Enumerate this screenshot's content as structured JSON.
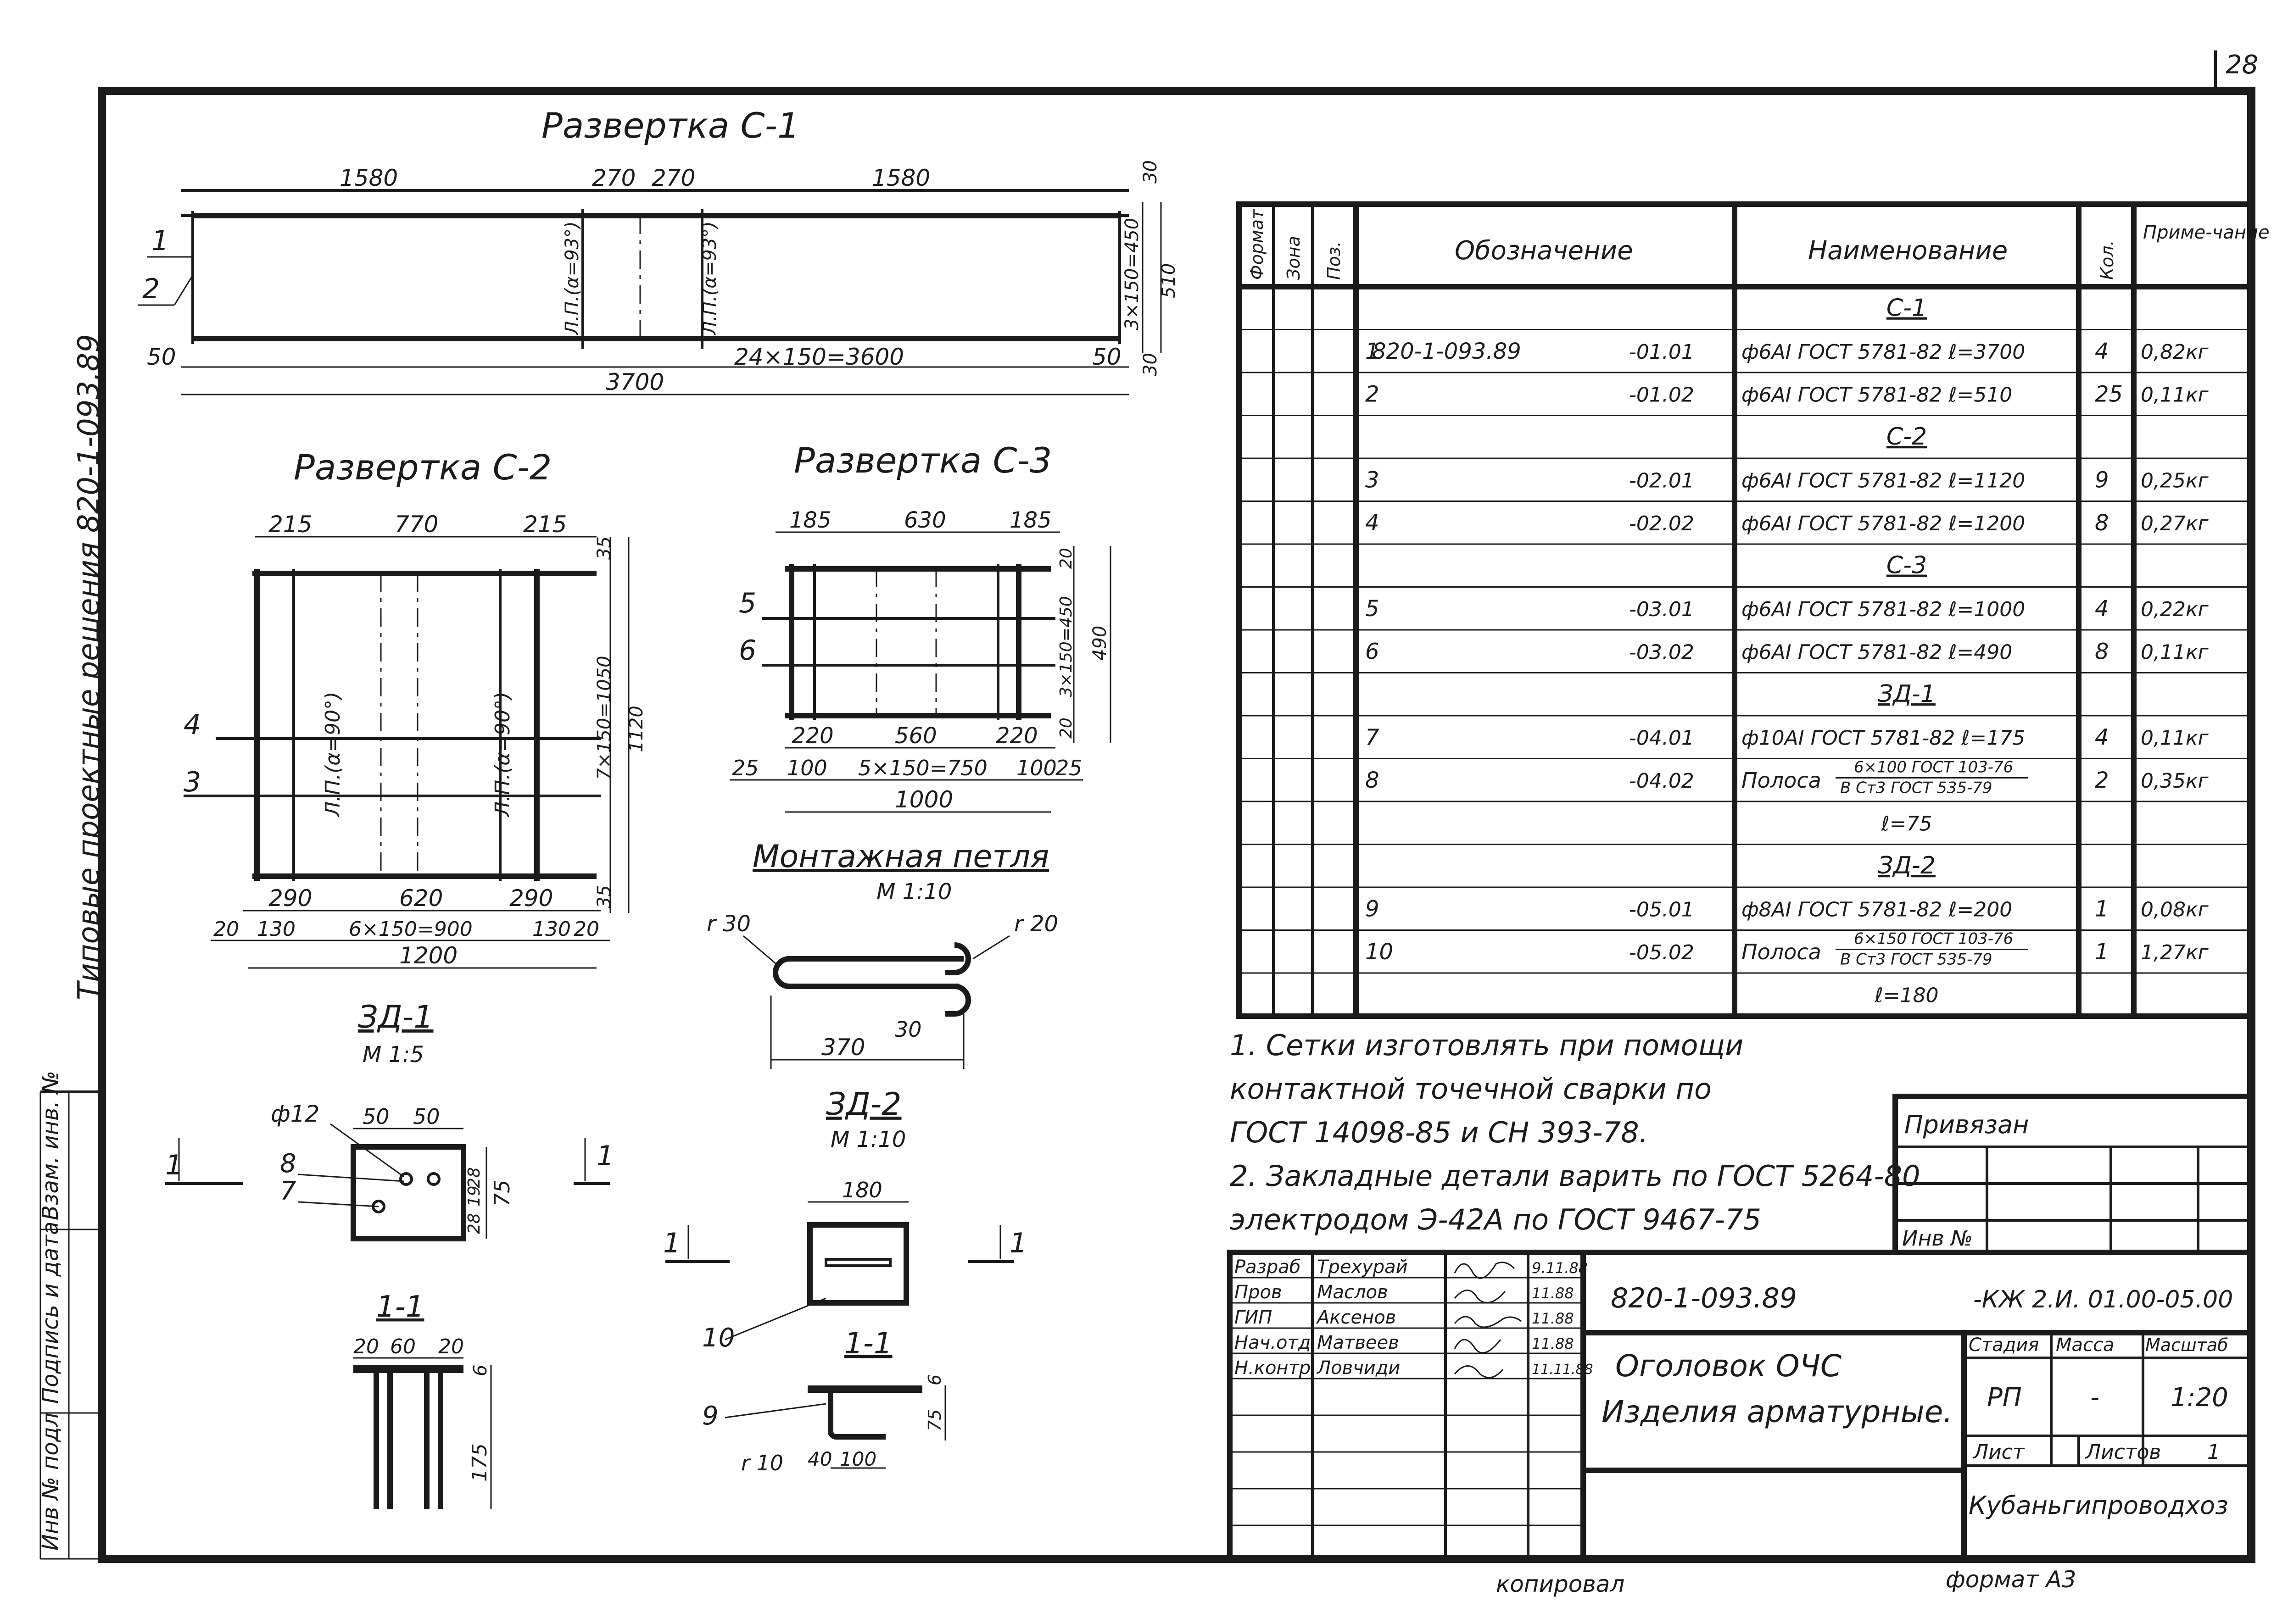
{
  "sheet_number": "28",
  "side_label": "Типовые проектные решения 820-1-093.89",
  "side_stamp": [
    "Инв № подл",
    "Подпись и дата",
    "Взам. инв. №"
  ],
  "dev_c1": {
    "title": "Развертка С-1",
    "dims_top": [
      "1580",
      "270",
      "270",
      "1580"
    ],
    "mark_text": "Л.П.(α=93°)",
    "dims_bottom": [
      "50",
      "24×150=3600",
      "50"
    ],
    "overall": "3700",
    "right_dims": [
      "30",
      "3×150=450",
      "30",
      "510"
    ],
    "pos_tags": [
      "1",
      "2"
    ]
  },
  "dev_c2": {
    "title": "Развертка С-2",
    "dims_top": [
      "215",
      "770",
      "215"
    ],
    "mark_text": "Л.П.(α=90°)",
    "dims_bottom": [
      "290",
      "620",
      "290"
    ],
    "dims_bottom2": [
      "20",
      "130",
      "6×150=900",
      "130",
      "20"
    ],
    "overall": "1200",
    "right_dims": [
      "35",
      "7×150=1050",
      "35",
      "1120"
    ],
    "pos_tags": [
      "4",
      "3"
    ]
  },
  "dev_c3": {
    "title": "Развертка С-3",
    "dims_top": [
      "185",
      "630",
      "185"
    ],
    "dims_bottom": [
      "220",
      "560",
      "220"
    ],
    "dims_bottom2": [
      "25",
      "100",
      "5×150=750",
      "100",
      "25"
    ],
    "overall": "1000",
    "right_dims": [
      "20",
      "3×150=450",
      "20",
      "490"
    ],
    "pos_tags": [
      "5",
      "6"
    ]
  },
  "loop": {
    "title": "Монтажная петля",
    "scale": "М 1:10",
    "dims": [
      "r 30",
      "r 20",
      "30",
      "370"
    ]
  },
  "zd1": {
    "title": "ЗД-1",
    "scale": "М 1:5",
    "dims": [
      "ф12",
      "50",
      "50",
      "28",
      "19",
      "28",
      "75"
    ],
    "pos_tags": [
      "8",
      "7"
    ],
    "cut_marks": [
      "1",
      "1"
    ]
  },
  "zd1_section": {
    "title": "1-1",
    "dims": [
      "20",
      "60",
      "20",
      "6",
      "175"
    ]
  },
  "zd2": {
    "title": "ЗД-2",
    "scale": "М 1:10",
    "dims": [
      "180"
    ],
    "pos_tags": [
      "10"
    ],
    "cut_marks": [
      "1",
      "1"
    ]
  },
  "zd2_section": {
    "title": "1-1",
    "dims": [
      "6",
      "75",
      "40",
      "100",
      "r 10"
    ],
    "pos_tags": [
      "9"
    ]
  },
  "spec": {
    "headers": [
      "Формат",
      "Зона",
      "Поз.",
      "Обозначение",
      "Наименование",
      "Кол.",
      "Приме-чание"
    ],
    "rows": [
      {
        "pos": "",
        "des": "",
        "code": "",
        "name": "С-1",
        "heading": true,
        "qty": "",
        "note": ""
      },
      {
        "pos": "1",
        "des": "820-1-093.89",
        "code": "-01.01",
        "name": "ф6АI ГОСТ 5781-82 ℓ=3700",
        "qty": "4",
        "note": "0,82кг"
      },
      {
        "pos": "2",
        "des": "",
        "code": "-01.02",
        "name": "ф6АI ГОСТ 5781-82 ℓ=510",
        "qty": "25",
        "note": "0,11кг"
      },
      {
        "pos": "",
        "des": "",
        "code": "",
        "name": "С-2",
        "heading": true,
        "qty": "",
        "note": ""
      },
      {
        "pos": "3",
        "des": "",
        "code": "-02.01",
        "name": "ф6АI ГОСТ 5781-82 ℓ=1120",
        "qty": "9",
        "note": "0,25кг"
      },
      {
        "pos": "4",
        "des": "",
        "code": "-02.02",
        "name": "ф6АI ГОСТ 5781-82 ℓ=1200",
        "qty": "8",
        "note": "0,27кг"
      },
      {
        "pos": "",
        "des": "",
        "code": "",
        "name": "С-3",
        "heading": true,
        "qty": "",
        "note": ""
      },
      {
        "pos": "5",
        "des": "",
        "code": "-03.01",
        "name": "ф6АI ГОСТ 5781-82 ℓ=1000",
        "qty": "4",
        "note": "0,22кг"
      },
      {
        "pos": "6",
        "des": "",
        "code": "-03.02",
        "name": "ф6АI ГОСТ 5781-82 ℓ=490",
        "qty": "8",
        "note": "0,11кг"
      },
      {
        "pos": "",
        "des": "",
        "code": "",
        "name": "ЗД-1",
        "heading": true,
        "qty": "",
        "note": ""
      },
      {
        "pos": "7",
        "des": "",
        "code": "-04.01",
        "name": "ф10АI ГОСТ 5781-82 ℓ=175",
        "qty": "4",
        "note": "0,11кг"
      },
      {
        "pos": "8",
        "des": "",
        "code": "-04.02",
        "name": "Полоса",
        "frac_top": "6×100 ГОСТ 103-76",
        "frac_bot": "В Ст3 ГОСТ 535-79",
        "qty": "2",
        "note": "0,35кг"
      },
      {
        "pos": "",
        "des": "",
        "code": "",
        "name": "ℓ=75",
        "qty": "",
        "note": ""
      },
      {
        "pos": "",
        "des": "",
        "code": "",
        "name": "ЗД-2",
        "heading": true,
        "qty": "",
        "note": ""
      },
      {
        "pos": "9",
        "des": "",
        "code": "-05.01",
        "name": "ф8АI ГОСТ 5781-82 ℓ=200",
        "qty": "1",
        "note": "0,08кг"
      },
      {
        "pos": "10",
        "des": "",
        "code": "-05.02",
        "name": "Полоса",
        "frac_top": "6×150 ГОСТ 103-76",
        "frac_bot": "В Ст3 ГОСТ 535-79",
        "qty": "1",
        "note": "1,27кг"
      },
      {
        "pos": "",
        "des": "",
        "code": "",
        "name": "ℓ=180",
        "qty": "",
        "note": ""
      }
    ]
  },
  "notes": [
    "1. Сетки изготовлять при помощи",
    "контактной точечной сварки по",
    "ГОСТ 14098-85 и СН 393-78.",
    "2. Закладные детали варить по ГОСТ 5264-80",
    "электродом Э-42А по ГОСТ 9467-75"
  ],
  "privyazan": {
    "label": "Привязан",
    "inv": "Инв №"
  },
  "title_block": {
    "roles": [
      {
        "role": "Разраб",
        "name": "Трехурай",
        "date": "9.11.88"
      },
      {
        "role": "Пров",
        "name": "Маслов",
        "date": "11.88"
      },
      {
        "role": "ГИП",
        "name": "Аксенов",
        "date": "11.88"
      },
      {
        "role": "Нач.отд",
        "name": "Матвеев",
        "date": "11.88"
      },
      {
        "role": "Н.контр",
        "name": "Ловчиди",
        "date": "11.11.88"
      }
    ],
    "doc_code": "820-1-093.89",
    "doc_suffix": "-КЖ 2.И. 01.00-05.00",
    "object": "Оголовок ОЧС",
    "content": "Изделия арматурные.",
    "stage_label": "Стадия",
    "mass_label": "Масса",
    "scale_label": "Масштаб",
    "stage": "РП",
    "mass": "-",
    "scale": "1:20",
    "sheet_label": "Лист",
    "sheets_label": "Листов",
    "sheets": "1",
    "org": "Кубаньгипроводхоз"
  },
  "footer": {
    "copied": "копировал",
    "format": "формат А3"
  }
}
